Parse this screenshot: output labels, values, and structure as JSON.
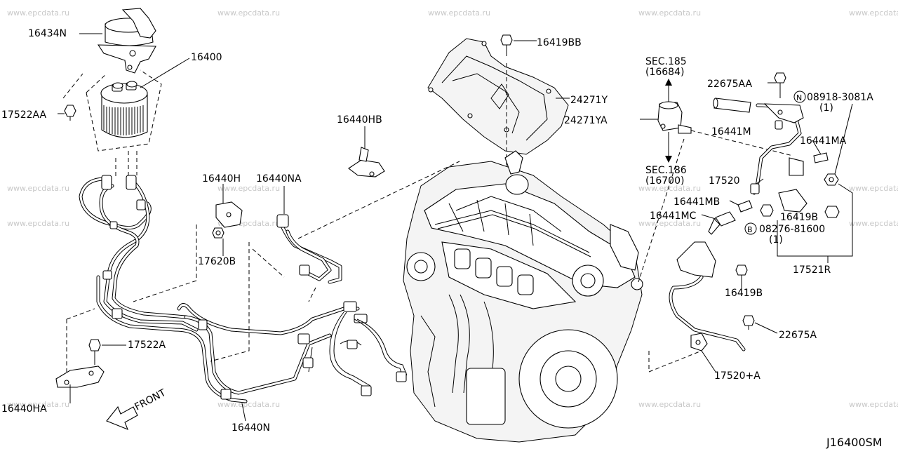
{
  "watermark": "www.epcdata.ru",
  "diagram_code": "J16400SM",
  "front_label": "FRONT",
  "parts": {
    "p16434N": "16434N",
    "p16400": "16400",
    "p17522AA": "17522AA",
    "p16440HB": "16440HB",
    "p16419BB": "16419BB",
    "p24271Y": "24271Y",
    "p24271YA": "24271YA",
    "sec185": "SEC.185",
    "sec185_ref": "(16684)",
    "sec186": "SEC.186",
    "sec186_ref": "(16700)",
    "p22675AA": "22675AA",
    "p08918": "08918-3081A",
    "p08918_qty": "(1)",
    "p16441M": "16441M",
    "p16441MA": "16441MA",
    "p17520": "17520",
    "p16441MB": "16441MB",
    "p16441MC": "16441MC",
    "p16419B_a": "16419B",
    "p08276": "08276-81600",
    "p08276_qty": "(1)",
    "p17521R": "17521R",
    "p16419B_b": "16419B",
    "p22675A": "22675A",
    "p17520A": "17520+A",
    "p16440H": "16440H",
    "p16440NA": "16440NA",
    "p17620B": "17620B",
    "p17522A": "17522A",
    "p16440HA": "16440HA",
    "p16440N": "16440N",
    "n_mark": "N",
    "b_mark": "B"
  }
}
